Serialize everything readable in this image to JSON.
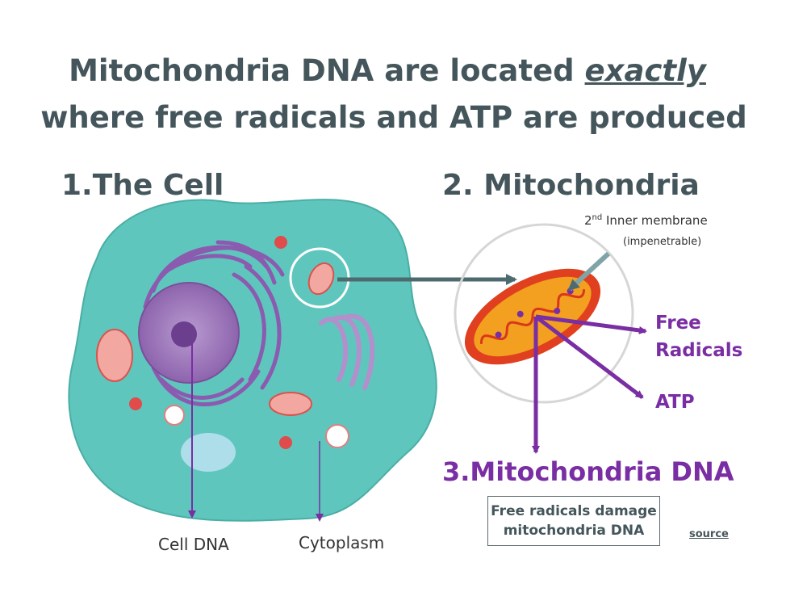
{
  "title": {
    "line1_prefix": "Mitochondria DNA are located ",
    "line1_emphasis": "exactly",
    "line2": "where free radicals and ATP are produced"
  },
  "sections": {
    "cell": "1.The Cell",
    "mitochondria": "2. Mitochondria",
    "mito_dna": "3.Mitochondria DNA"
  },
  "labels": {
    "cell_dna": "Cell DNA",
    "cytoplasm": "Cytoplasm",
    "free": "Free",
    "radicals": "Radicals",
    "atp": "ATP",
    "membrane_prefix": "2",
    "membrane_sup": "nd",
    "membrane_rest": " Inner membrane",
    "membrane_note": "(impenetrable)"
  },
  "note": {
    "line1": "Free radicals damage",
    "line2": "mitochondria DNA"
  },
  "source_link": "source",
  "colors": {
    "title_text": "#44565b",
    "cell_body": "#5fc6bd",
    "nucleus": "#9b72b8",
    "mitochondria_outer": "#e0401f",
    "mitochondria_inner": "#f3a020",
    "arrow_teal": "#4d6a6f",
    "arrow_purple": "#7a2ea3"
  }
}
